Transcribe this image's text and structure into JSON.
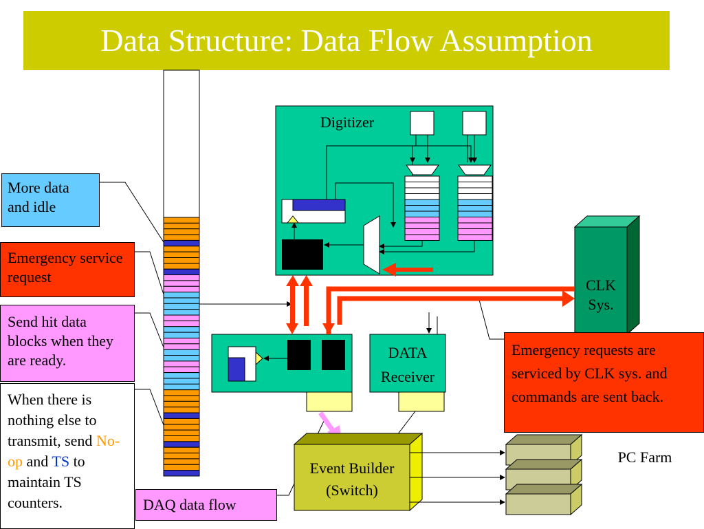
{
  "title": "Data Structure: Data Flow Assumption",
  "labels": {
    "digitizer": "Digitizer",
    "clk_line1": "CLK",
    "clk_line2": "Sys.",
    "data_receiver_line1": "DATA",
    "data_receiver_line2": "Receiver",
    "event_builder_line1": "Event Builder",
    "event_builder_line2": "(Switch)",
    "pc_farm": "PC Farm"
  },
  "callouts": {
    "more_data": "More data and idle",
    "emergency": "Emergency service request",
    "send_hit": "Send hit data blocks when they are ready.",
    "noop_part1": "When there is nothing else to transmit, send",
    "noop_word": "No-op",
    "noop_and": "and",
    "ts_word": "TS",
    "noop_part2": "to maintain TS counters.",
    "daq_flow": "DAQ data flow",
    "clk_requests": "Emergency requests are serviced by CLK sys. and commands are sent back."
  },
  "colors": {
    "title_bg": "#cccc00",
    "board": "#00cc99",
    "clk": "#009966",
    "orange_arrow": "#ff3300",
    "pink_arrow": "#ff99ff",
    "event_builder": "#cccc33",
    "yellow_pad": "#ffff99",
    "stream_orange": "#ff9900",
    "stream_blue": "#3333cc",
    "stream_pink": "#ff99ff",
    "stream_cyan": "#66ccff"
  }
}
